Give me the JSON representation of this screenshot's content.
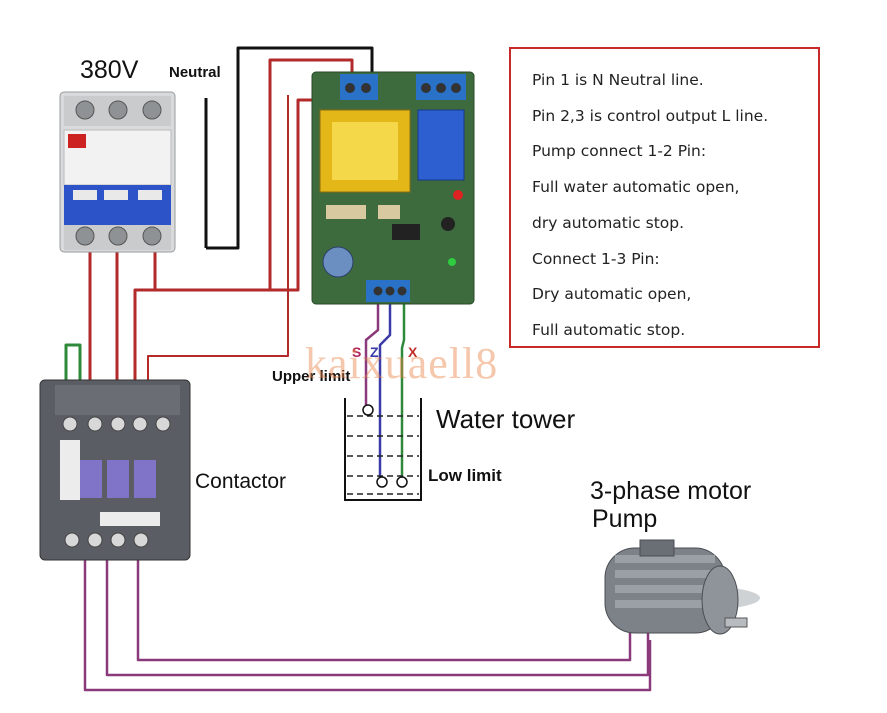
{
  "labels": {
    "voltage": "380V",
    "neutral": "Neutral",
    "upper_limit": "Upper limit",
    "water_tower": "Water tower",
    "low_limit": "Low limit",
    "contactor": "Contactor",
    "motor_line1": "3-phase motor",
    "motor_line2": "Pump"
  },
  "probe_pins": {
    "s": "S",
    "z": "Z",
    "x": "X"
  },
  "watermark": "kaixuaell8",
  "notes": [
    "Pin 1 is N Neutral line.",
    "Pin 2,3 is control output L line.",
    "Pump connect 1-2 Pin:",
    "Full water automatic open,",
    "dry automatic stop.",
    "Connect 1-3 Pin:",
    "Dry automatic open,",
    "Full automatic stop."
  ],
  "colors": {
    "note_border": "#c82a2a",
    "wire_red": "#b22a2a",
    "wire_black": "#111111",
    "wire_purple": "#8a3a7a",
    "wire_blue": "#3a3aa8",
    "wire_green": "#2e8a3a",
    "pcb_green": "#3e6b3e",
    "breaker_blue": "#2c54c8",
    "contactor_gray": "#5a5d63",
    "motor_gray": "#7d8288"
  }
}
